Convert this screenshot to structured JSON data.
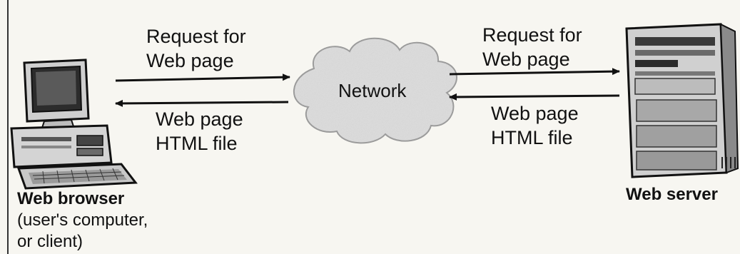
{
  "client": {
    "caption_line1": "Web browser",
    "caption_line2": "(user's computer,",
    "caption_line3": "or client)"
  },
  "server": {
    "caption": "Web server"
  },
  "network": {
    "label": "Network"
  },
  "left_request": {
    "line1": "Request for",
    "line2": "Web page"
  },
  "left_response": {
    "line1": "Web page",
    "line2": "HTML file"
  },
  "right_request": {
    "line1": "Request for",
    "line2": "Web page"
  },
  "right_response": {
    "line1": "Web page",
    "line2": "HTML file"
  },
  "colors": {
    "ink": "#111111",
    "background": "#f7f6f1",
    "cloud_fill": "#dcdcdc",
    "device_light": "#d9d9d9",
    "device_dark": "#3a3a3a"
  },
  "icons": {
    "client": "desktop-computer-icon",
    "server": "tower-server-icon",
    "network": "cloud-icon"
  }
}
